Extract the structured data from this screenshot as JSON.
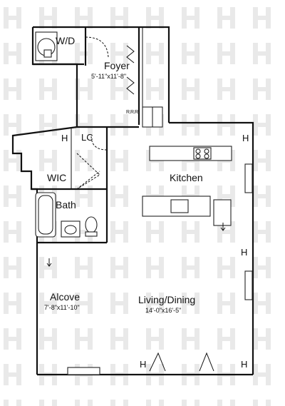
{
  "rooms": {
    "wd": {
      "name": "W/D"
    },
    "foyer": {
      "name": "Foyer",
      "dims": "5'-11\"x11'-8\""
    },
    "lc": {
      "name": "LC"
    },
    "wic": {
      "name": "WIC"
    },
    "kitchen": {
      "name": "Kitchen"
    },
    "bath": {
      "name": "Bath"
    },
    "alcove": {
      "name": "Alcove",
      "dims": "7'-8\"x11'-10\""
    },
    "living": {
      "name": "Living/Dining",
      "dims": "14'-0\"x16'-5\""
    }
  },
  "fixtures": {
    "refrigerator_tag": "R.R.R."
  },
  "colors": {
    "wall": "#111111",
    "watermark": "#e9e9e9",
    "background": "#ffffff"
  }
}
